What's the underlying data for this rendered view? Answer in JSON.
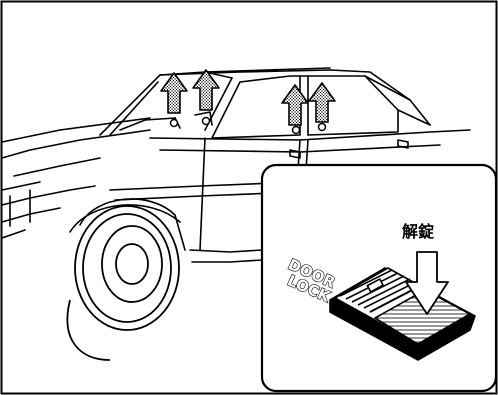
{
  "inset": {
    "unlock_label": "解錠",
    "switch_label_line1": "DOOR",
    "switch_label_line2": "LOCK"
  }
}
